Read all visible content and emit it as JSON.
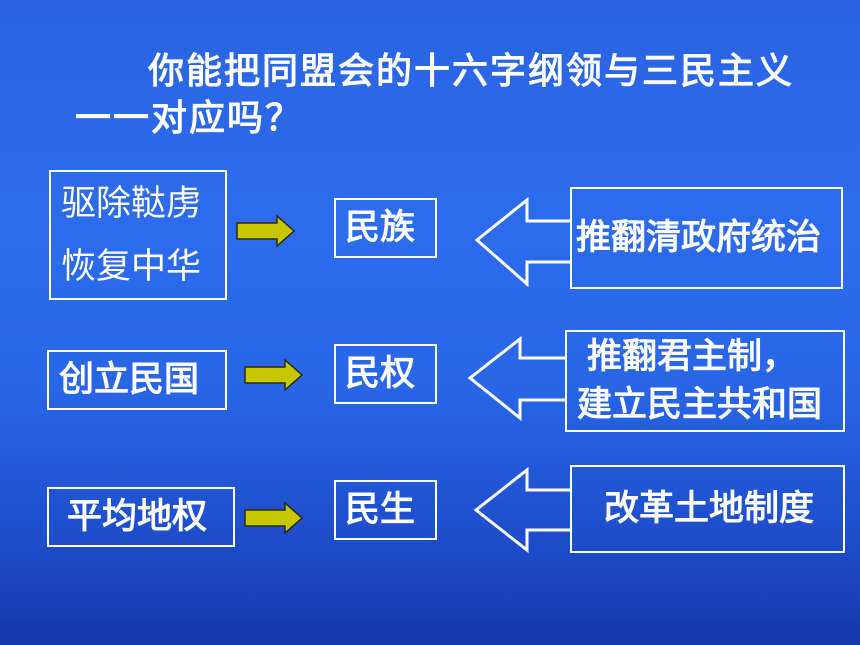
{
  "title": {
    "line1": "你能把同盟会的十六字纲领与三民主义",
    "line2": "一一对应吗？"
  },
  "rows": [
    {
      "program": [
        "驱除鞑虏",
        "恢复中华"
      ],
      "principle": "民族",
      "goal": [
        "推翻清政府统治"
      ]
    },
    {
      "program": [
        "创立民国"
      ],
      "principle": "民权",
      "goal": [
        "推翻君主制，",
        "建立民主共和国"
      ]
    },
    {
      "program": [
        "平均地权"
      ],
      "principle": "民生",
      "goal": [
        "改革土地制度"
      ]
    }
  ],
  "colors": {
    "background": "#2a68e6",
    "text": "#ffffff",
    "box_border": "#ffffff",
    "right_arrow_fill": "#c8c800",
    "left_arrow_stroke": "#ffffff"
  },
  "icons": {
    "program_to_principle": "right-arrow-icon",
    "goal_to_principle": "left-arrow-outline-icon"
  }
}
